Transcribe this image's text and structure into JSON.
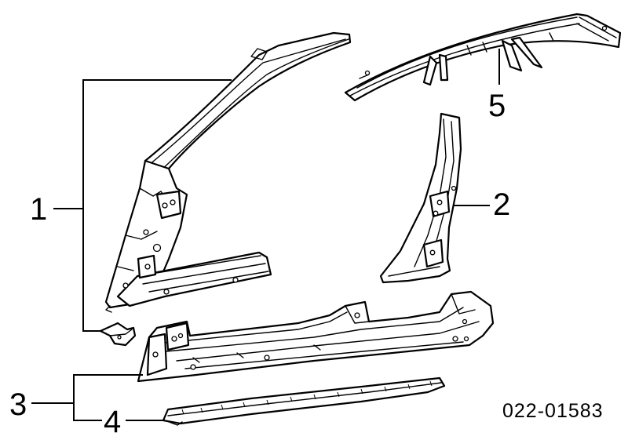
{
  "callouts": {
    "c1": "1",
    "c2": "2",
    "c3": "3",
    "c4": "4",
    "c5": "5"
  },
  "reference_number": "022-01583"
}
